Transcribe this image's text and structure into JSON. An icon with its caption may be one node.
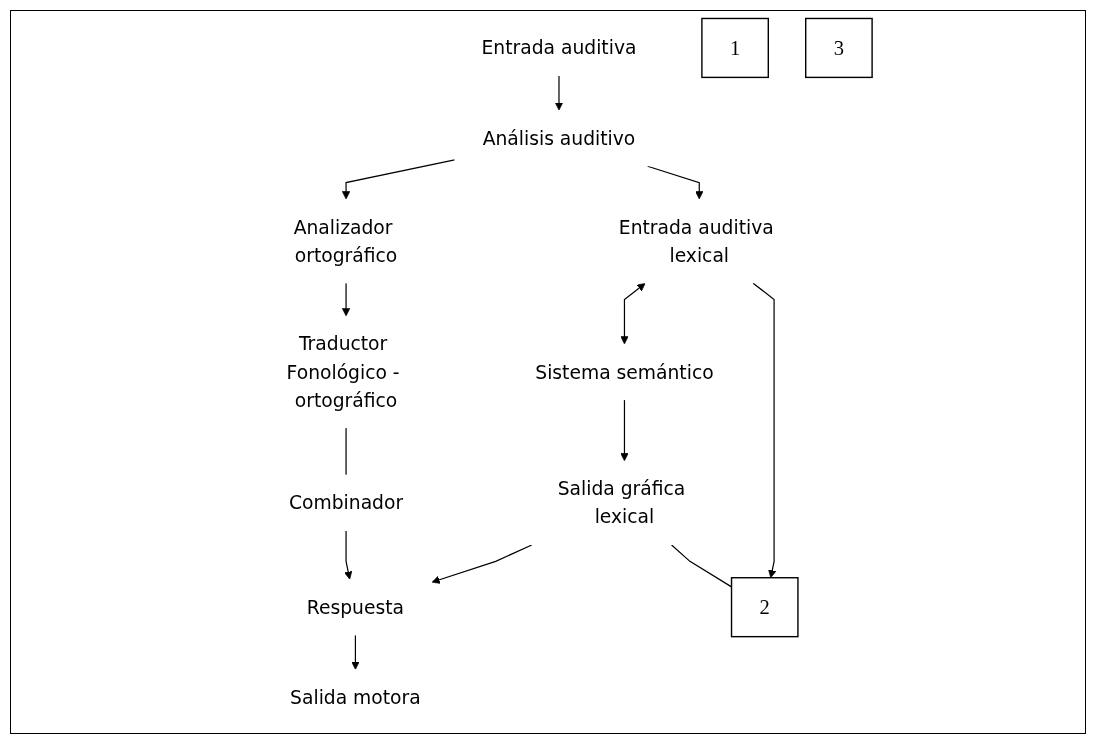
{
  "diagram": {
    "nodes": [
      {
        "text": [
          "Entrada auditiva"
        ]
      },
      {
        "text": [
          "Análisis auditivo"
        ]
      },
      {
        "text": [
          "Entrada auditiva lexical"
        ]
      },
      {
        "text": [
          "Sistema semántico"
        ]
      },
      {
        "text": [
          "Salida gráfica lexical"
        ]
      },
      {
        "text": [
          "Respuesta"
        ]
      },
      {
        "text": [
          "Salida motora"
        ]
      },
      {
        "text": [
          "Analizador ortográfico"
        ]
      },
      {
        "text": [
          "Traductor Fonológico - ortográfico"
        ]
      },
      {
        "text": [
          "Combinador"
        ]
      },
      {
        "text": [
          "1"
        ]
      },
      {
        "text": [
          "2"
        ]
      },
      {
        "text": [
          "3"
        ]
      }
    ],
    "edges": [
      {
        "from": 0,
        "to": 1,
        "arrow": "to"
      },
      {
        "from": 1,
        "to": 2,
        "arrow": "to"
      },
      {
        "from": 2,
        "to": 3,
        "arrow": "both"
      },
      {
        "from": 3,
        "to": 4,
        "arrow": "to"
      },
      {
        "from": 4,
        "to": 5,
        "arrow": "to"
      },
      {
        "from": 5,
        "to": 6,
        "arrow": "to"
      },
      {
        "from": 1,
        "to": 7,
        "arrow": "to"
      },
      {
        "from": 7,
        "to": 8,
        "arrow": "to"
      },
      {
        "from": 8,
        "to": 9,
        "arrow": "none"
      },
      {
        "from": 9,
        "to": 5,
        "arrow": "to"
      },
      {
        "from": 2,
        "to": 11,
        "arrow": "to"
      },
      {
        "from": 4,
        "to": 11,
        "arrow": "none"
      }
    ]
  }
}
